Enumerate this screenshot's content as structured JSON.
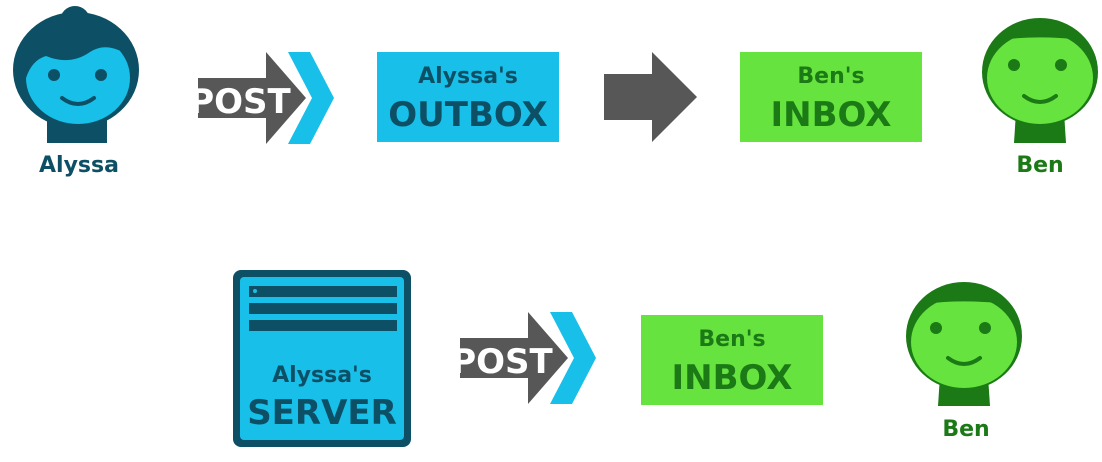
{
  "people": {
    "alyssa": "Alyssa",
    "ben_top": "Ben",
    "ben_bottom": "Ben"
  },
  "arrows": {
    "post_top": "POST",
    "post_bottom": "POST"
  },
  "boxes": {
    "outbox_line1": "Alyssa's",
    "outbox_line2": "OUTBOX",
    "inbox_top_line1": "Ben's",
    "inbox_top_line2": "INBOX",
    "inbox_bottom_line1": "Ben's",
    "inbox_bottom_line2": "INBOX",
    "server_line1": "Alyssa's",
    "server_line2": "SERVER"
  },
  "colors": {
    "alyssa_blue": "#17bfe9",
    "alyssa_dark": "#0d5066",
    "ben_green": "#66e33e",
    "ben_dark": "#1b7a16",
    "arrow_gray": "#575757",
    "chevron_blue": "#17bfe9"
  }
}
